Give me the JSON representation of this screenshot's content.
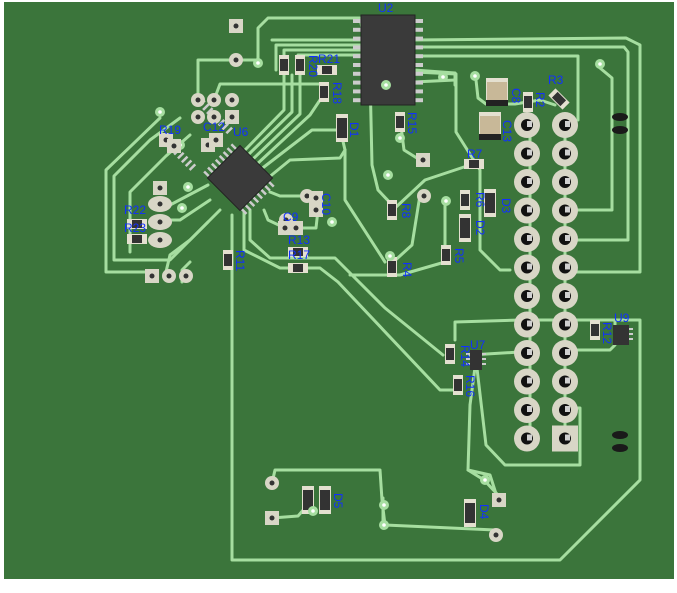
{
  "view": {
    "title": "PCB 3D view",
    "board_color": "#3b753b",
    "trace_color": "#a6dea0",
    "pad_color": "#d8d6c6",
    "label_color": "#1030ff",
    "ic_color": "#3a3a3a"
  },
  "components": {
    "U2": "U2",
    "U6": "U6",
    "U7": "U7",
    "U9": "U9",
    "R2": "R2",
    "R3": "R3",
    "R4": "R4",
    "R5": "R5",
    "R6": "R6",
    "R7": "R7",
    "R8": "R8",
    "R11": "R11",
    "R12": "R12",
    "R13": "R13",
    "R14": "R14",
    "R15": "R15",
    "R16": "R16",
    "R17": "R17",
    "R18": "R18",
    "R19": "R19",
    "R20": "R20",
    "R21": "R21",
    "R22": "R22",
    "R23": "R23",
    "C8": "C8",
    "C9": "C9",
    "C10": "C10",
    "C12": "C12",
    "C13": "C13",
    "D1": "D1",
    "D2": "D2",
    "D3": "D3",
    "D4": "D4",
    "D5": "D5"
  },
  "header": {
    "rows": 12,
    "columns": 2
  }
}
